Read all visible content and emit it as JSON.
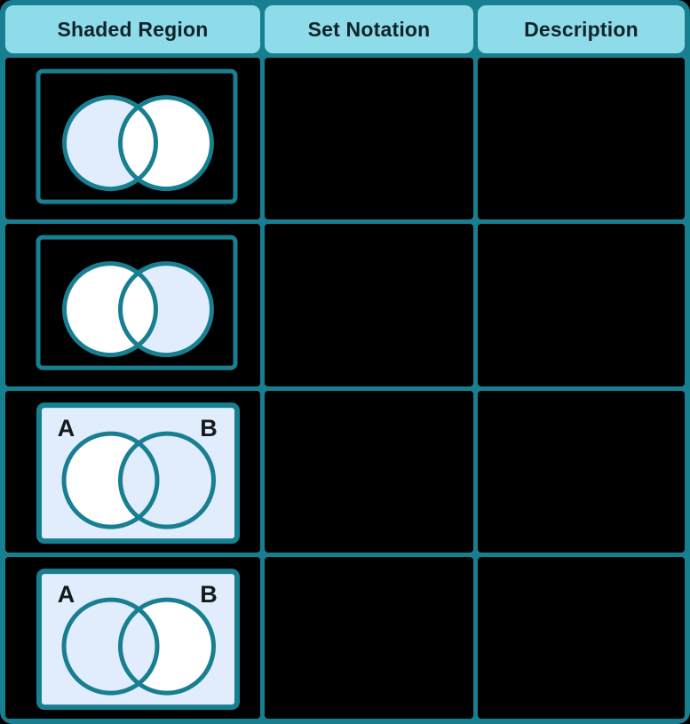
{
  "colors": {
    "teal": "#187f91",
    "header_fill": "#8edbe9",
    "header_text": "#11232a",
    "shaded_fill": "#e1edfc",
    "circle_white": "#ffffff",
    "label_text": "#151a1c",
    "background": "#000000"
  },
  "table": {
    "headers": [
      "Shaded Region",
      "Set Notation",
      "Description"
    ],
    "rows": [
      {
        "set_notation": "",
        "description": "",
        "venn": {
          "shaded_region": "left circle excluding intersection",
          "rect_fill": "none",
          "draw": [
            [
              "a",
              "shaded"
            ],
            [
              "b",
              "white"
            ]
          ],
          "label_a": "",
          "label_b": ""
        }
      },
      {
        "set_notation": "",
        "description": "",
        "venn": {
          "shaded_region": "right circle excluding intersection",
          "rect_fill": "none",
          "draw": [
            [
              "b",
              "shaded"
            ],
            [
              "a",
              "white"
            ]
          ],
          "label_a": "",
          "label_b": ""
        }
      },
      {
        "set_notation": "",
        "description": "",
        "venn": {
          "shaded_region": "everything except left-circle-only region",
          "rect_fill": "shaded",
          "draw": [
            [
              "a",
              "white"
            ],
            [
              "b",
              "shaded"
            ]
          ],
          "label_a": "A",
          "label_b": "B"
        }
      },
      {
        "set_notation": "",
        "description": "",
        "venn": {
          "shaded_region": "everything except right-circle-only region",
          "rect_fill": "shaded",
          "draw": [
            [
              "b",
              "white"
            ],
            [
              "a",
              "shaded"
            ]
          ],
          "label_a": "A",
          "label_b": "B"
        }
      }
    ]
  }
}
